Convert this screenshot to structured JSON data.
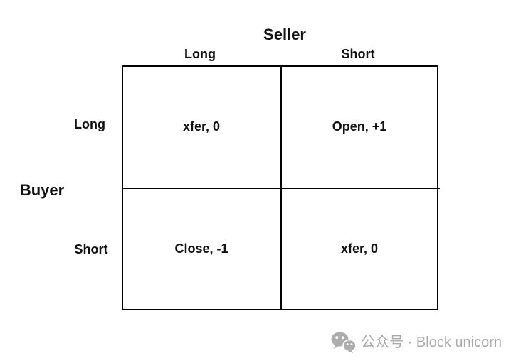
{
  "matrix": {
    "col_axis_title": "Seller",
    "row_axis_title": "Buyer",
    "col_headers": [
      "Long",
      "Short"
    ],
    "row_headers": [
      "Long",
      "Short"
    ],
    "cells": [
      [
        "xfer, 0",
        "Open, +1"
      ],
      [
        "Close, -1",
        "xfer, 0"
      ]
    ]
  },
  "watermark": {
    "icon": "wechat-icon",
    "text": "公众号 · Block unicorn",
    "color": "#a9a9a9"
  },
  "colors": {
    "background": "#ffffff",
    "grid_line": "#000000",
    "text": "#111111"
  }
}
